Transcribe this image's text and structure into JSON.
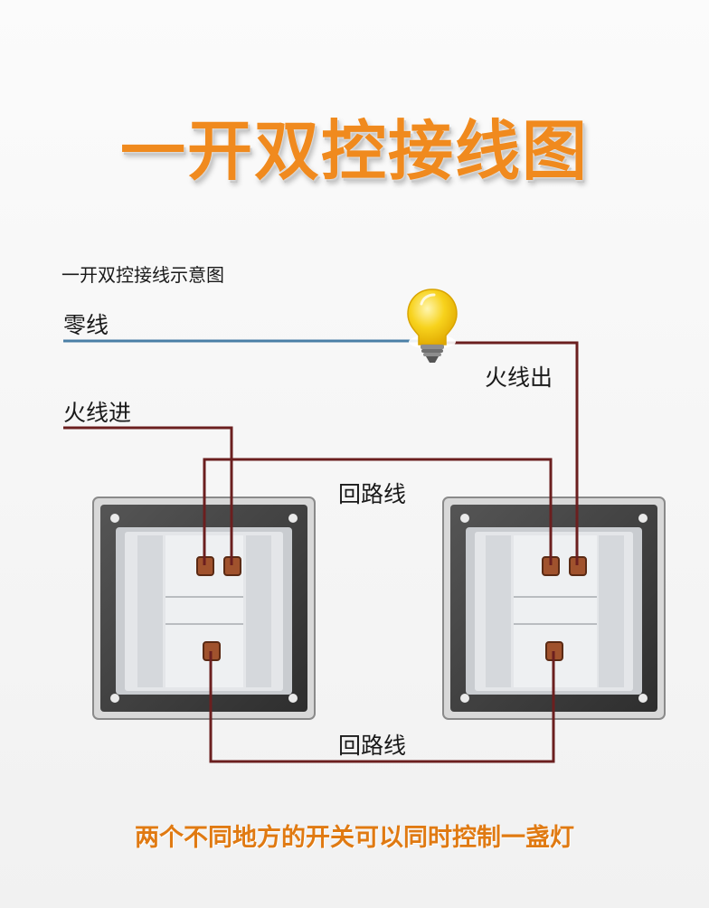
{
  "title": "一开双控接线图",
  "subtitle": "一开双控接线示意图",
  "labels": {
    "neutral": "零线",
    "live_in": "火线进",
    "live_out": "火线出",
    "traveler_top": "回路线",
    "traveler_bottom": "回路线"
  },
  "caption": "两个不同地方的开关可以同时控制一盏灯",
  "colors": {
    "title": "#f08a1e",
    "caption": "#e07a12",
    "neutral_wire": "#4a7fa6",
    "live_wire": "#6b1f1f",
    "bulb": "#f7d21c"
  },
  "icons": [
    "light-bulb-icon",
    "switch-left",
    "switch-right"
  ]
}
